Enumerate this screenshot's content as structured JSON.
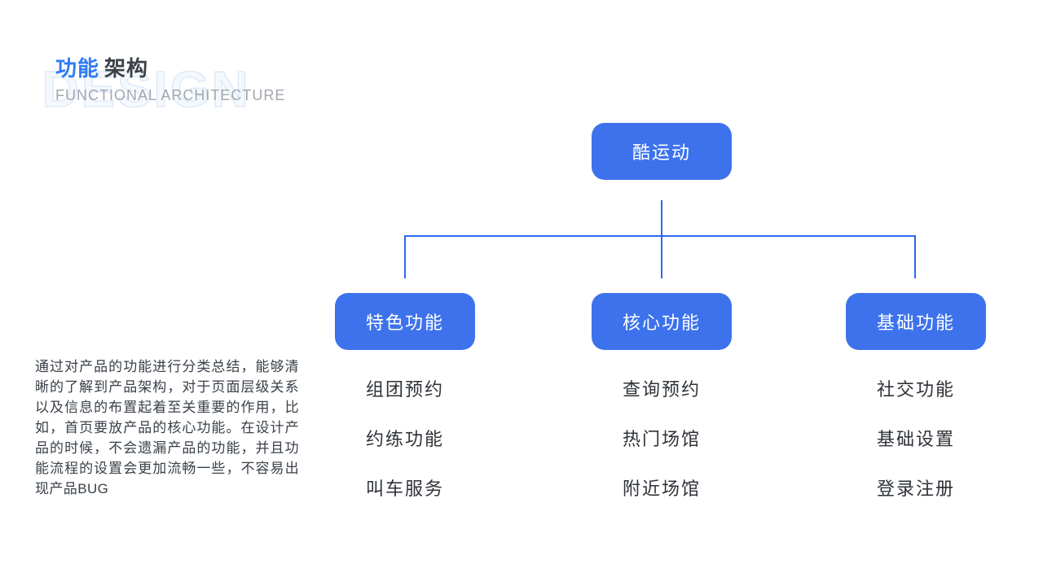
{
  "header": {
    "watermark": "DESIGN",
    "title_accent": "功能",
    "title_rest": "架构",
    "subtitle": "FUNCTIONAL ARCHITECTURE"
  },
  "description": {
    "text": "通过对产品的功能进行分类总结，能够清晰的了解到产品架构，对于页面层级关系以及信息的布置起着至关重要的作用，比如，首页要放产品的核心功能。在设计产品的时候，不会遗漏产品的功能，并且功能流程的设置会更加流畅一些，不容易出现产品BUG"
  },
  "colors": {
    "node_fill": "#3d72ec",
    "connector_line": "#2a67f0",
    "title_accent": "#2e7bf5",
    "title_text": "#3c4148",
    "subtitle_text": "#a2a7ad",
    "watermark_stroke": "#dfeaf9",
    "body_text": "#3a4049",
    "list_text": "#2e3237"
  },
  "diagram": {
    "root": {
      "label": "酷运动"
    },
    "branches": [
      {
        "label": "特色功能",
        "items": [
          "组团预约",
          "约练功能",
          "叫车服务"
        ]
      },
      {
        "label": "核心功能",
        "items": [
          "查询预约",
          "热门场馆",
          "附近场馆"
        ]
      },
      {
        "label": "基础功能",
        "items": [
          "社交功能",
          "基础设置",
          "登录注册"
        ]
      }
    ]
  }
}
